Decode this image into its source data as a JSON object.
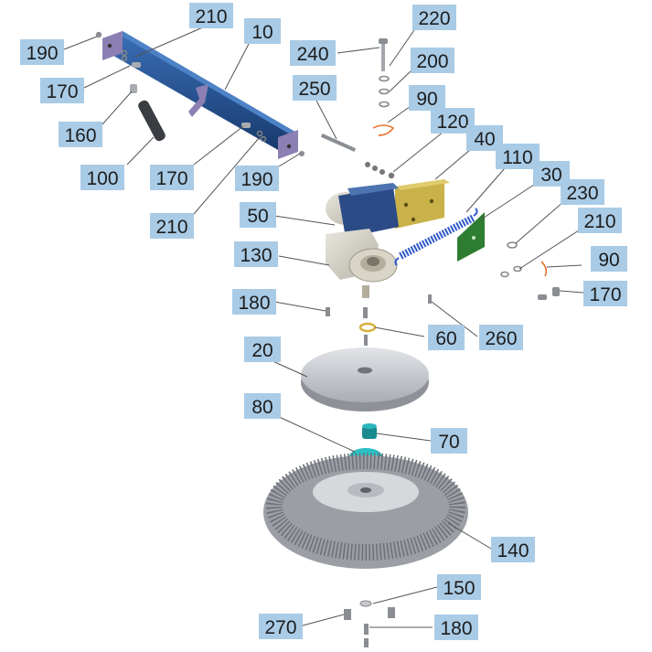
{
  "diagram": {
    "callouts": [
      {
        "id": "c210a",
        "label": "210"
      },
      {
        "id": "c10",
        "label": "10"
      },
      {
        "id": "c220",
        "label": "220"
      },
      {
        "id": "c190a",
        "label": "190"
      },
      {
        "id": "c240",
        "label": "240"
      },
      {
        "id": "c200",
        "label": "200"
      },
      {
        "id": "c170a",
        "label": "170"
      },
      {
        "id": "c250",
        "label": "250"
      },
      {
        "id": "c90a",
        "label": "90"
      },
      {
        "id": "c160",
        "label": "160"
      },
      {
        "id": "c120",
        "label": "120"
      },
      {
        "id": "c40",
        "label": "40"
      },
      {
        "id": "c110",
        "label": "110"
      },
      {
        "id": "c100",
        "label": "100"
      },
      {
        "id": "c170b",
        "label": "170"
      },
      {
        "id": "c190b",
        "label": "190"
      },
      {
        "id": "c30",
        "label": "30"
      },
      {
        "id": "c230",
        "label": "230"
      },
      {
        "id": "c210b",
        "label": "210"
      },
      {
        "id": "c210c",
        "label": "210"
      },
      {
        "id": "c50",
        "label": "50"
      },
      {
        "id": "c130",
        "label": "130"
      },
      {
        "id": "c90b",
        "label": "90"
      },
      {
        "id": "c170c",
        "label": "170"
      },
      {
        "id": "c180a",
        "label": "180"
      },
      {
        "id": "c60",
        "label": "60"
      },
      {
        "id": "c260",
        "label": "260"
      },
      {
        "id": "c20",
        "label": "20"
      },
      {
        "id": "c80",
        "label": "80"
      },
      {
        "id": "c70",
        "label": "70"
      },
      {
        "id": "c140",
        "label": "140"
      },
      {
        "id": "c150",
        "label": "150"
      },
      {
        "id": "c270",
        "label": "270"
      },
      {
        "id": "c180b",
        "label": "180"
      }
    ],
    "colors": {
      "label_fill": "#a9cbe6",
      "frame_blue": "#1f4e8c",
      "bracket_purple": "#8c7fb3",
      "motor_mount_olive": "#c9b24a",
      "spring_blue": "#2f59c9",
      "plate_green": "#2e7d32",
      "clip_orange": "#e8702a",
      "disc_grey": "#c9ccd2",
      "hub_teal": "#1aa3a8",
      "bristle_grey": "#8a8d92"
    }
  }
}
